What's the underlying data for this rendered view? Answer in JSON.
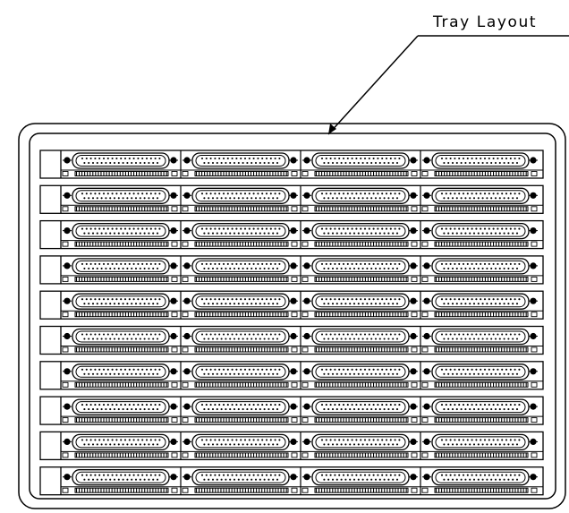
{
  "callout": {
    "label": "Tray Layout"
  },
  "tray": {
    "rows": 10,
    "connectors_per_row": 4
  },
  "colors": {
    "ink": "#000000",
    "paper": "#ffffff"
  }
}
